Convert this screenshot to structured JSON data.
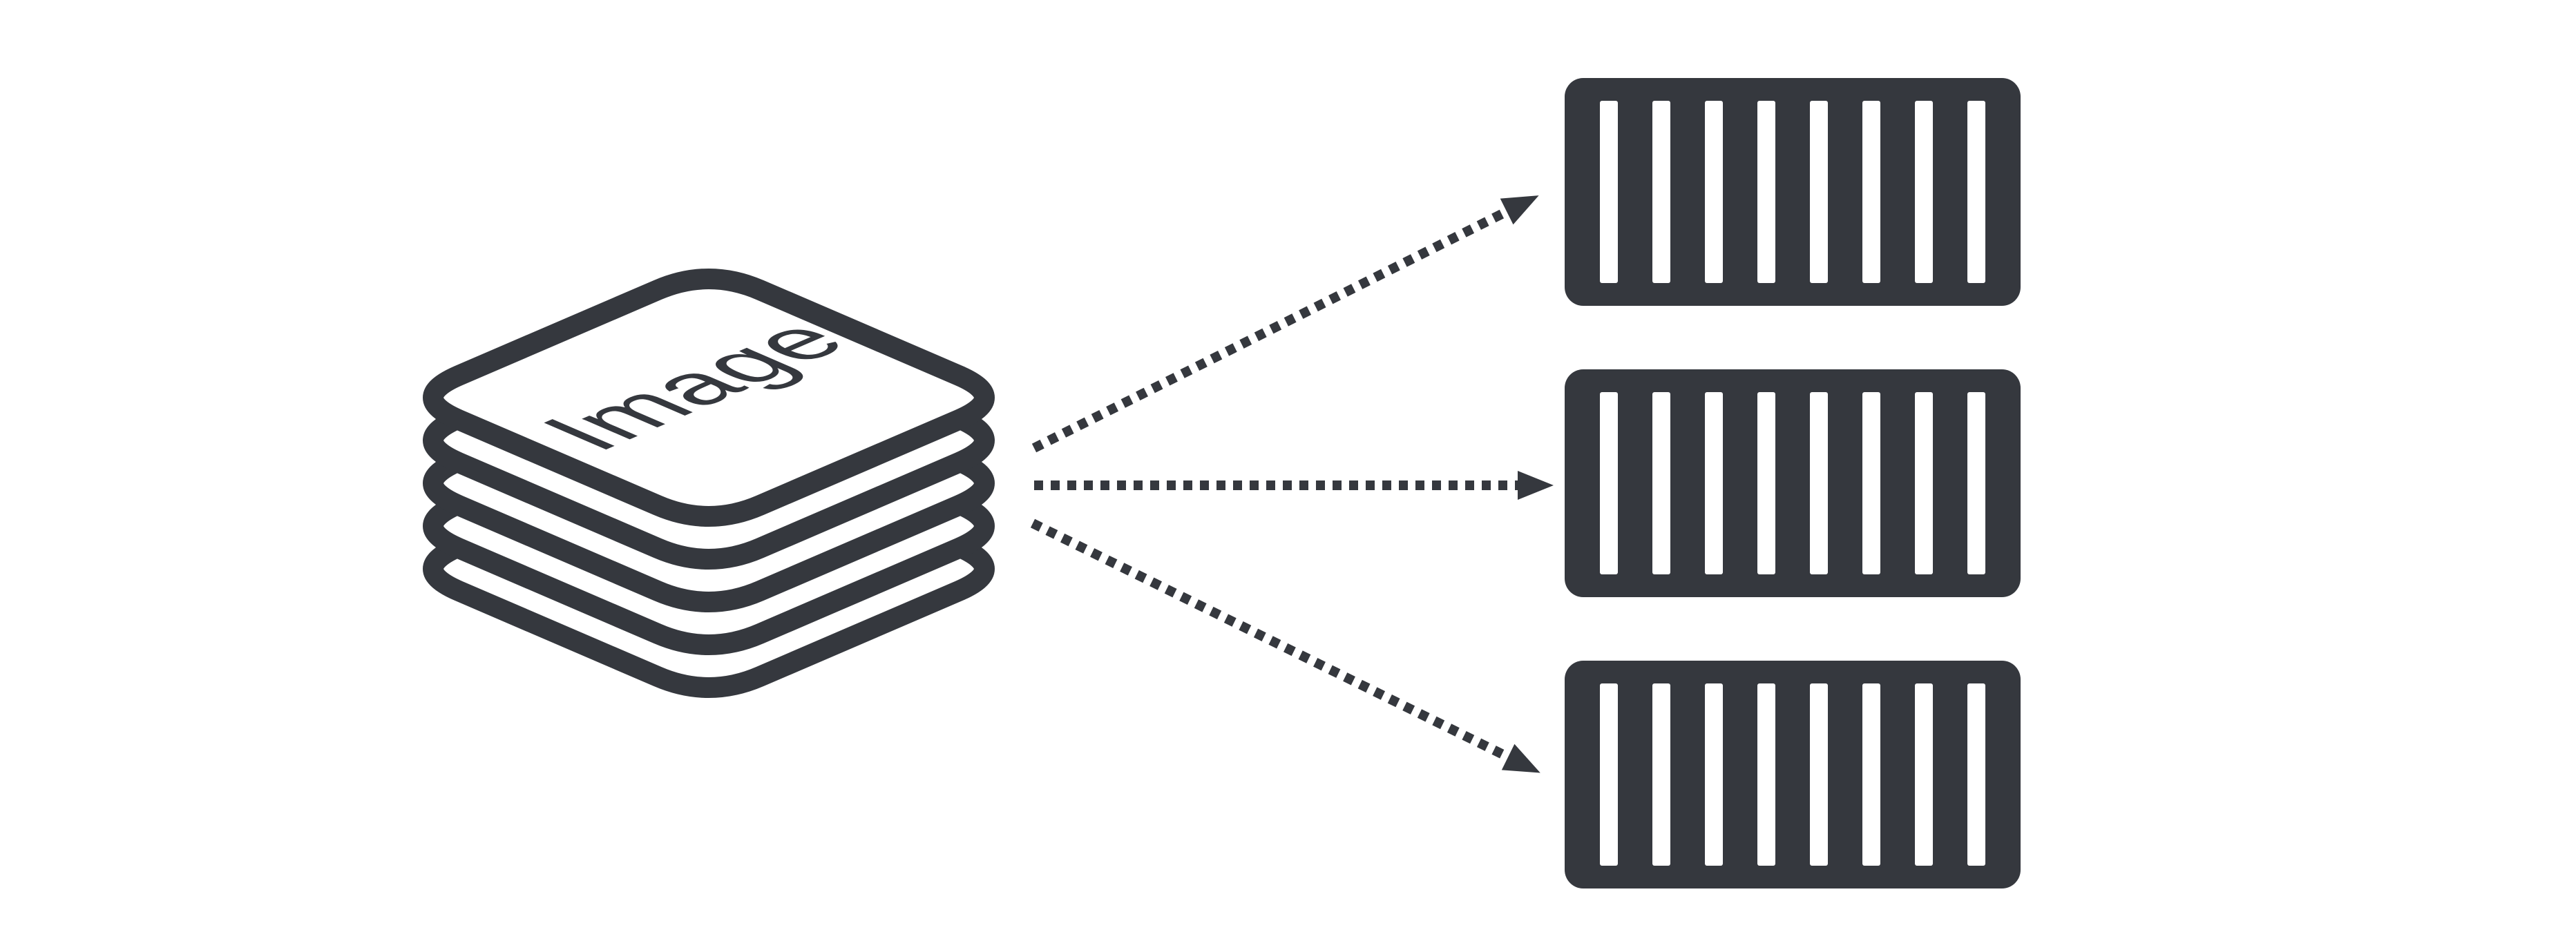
{
  "meta": {
    "description": "Diagram of a layered image stack fanned out by three dotted arrows to three container icons",
    "background_color": "#ffffff",
    "ink_color": "#35383e"
  },
  "stack": {
    "label": "Image",
    "layer_count": 5,
    "icon": "layers-stack-icon"
  },
  "arrows": {
    "count": 3,
    "style": "dotted",
    "items": [
      {
        "name": "arrow-to-top-container",
        "direction": "up-right"
      },
      {
        "name": "arrow-to-middle-container",
        "direction": "right"
      },
      {
        "name": "arrow-to-bottom-container",
        "direction": "down-right"
      }
    ]
  },
  "containers": {
    "count": 3,
    "slots_per_container": 8,
    "icon": "container-icon",
    "items": [
      {
        "name": "container-top"
      },
      {
        "name": "container-middle"
      },
      {
        "name": "container-bottom"
      }
    ]
  }
}
